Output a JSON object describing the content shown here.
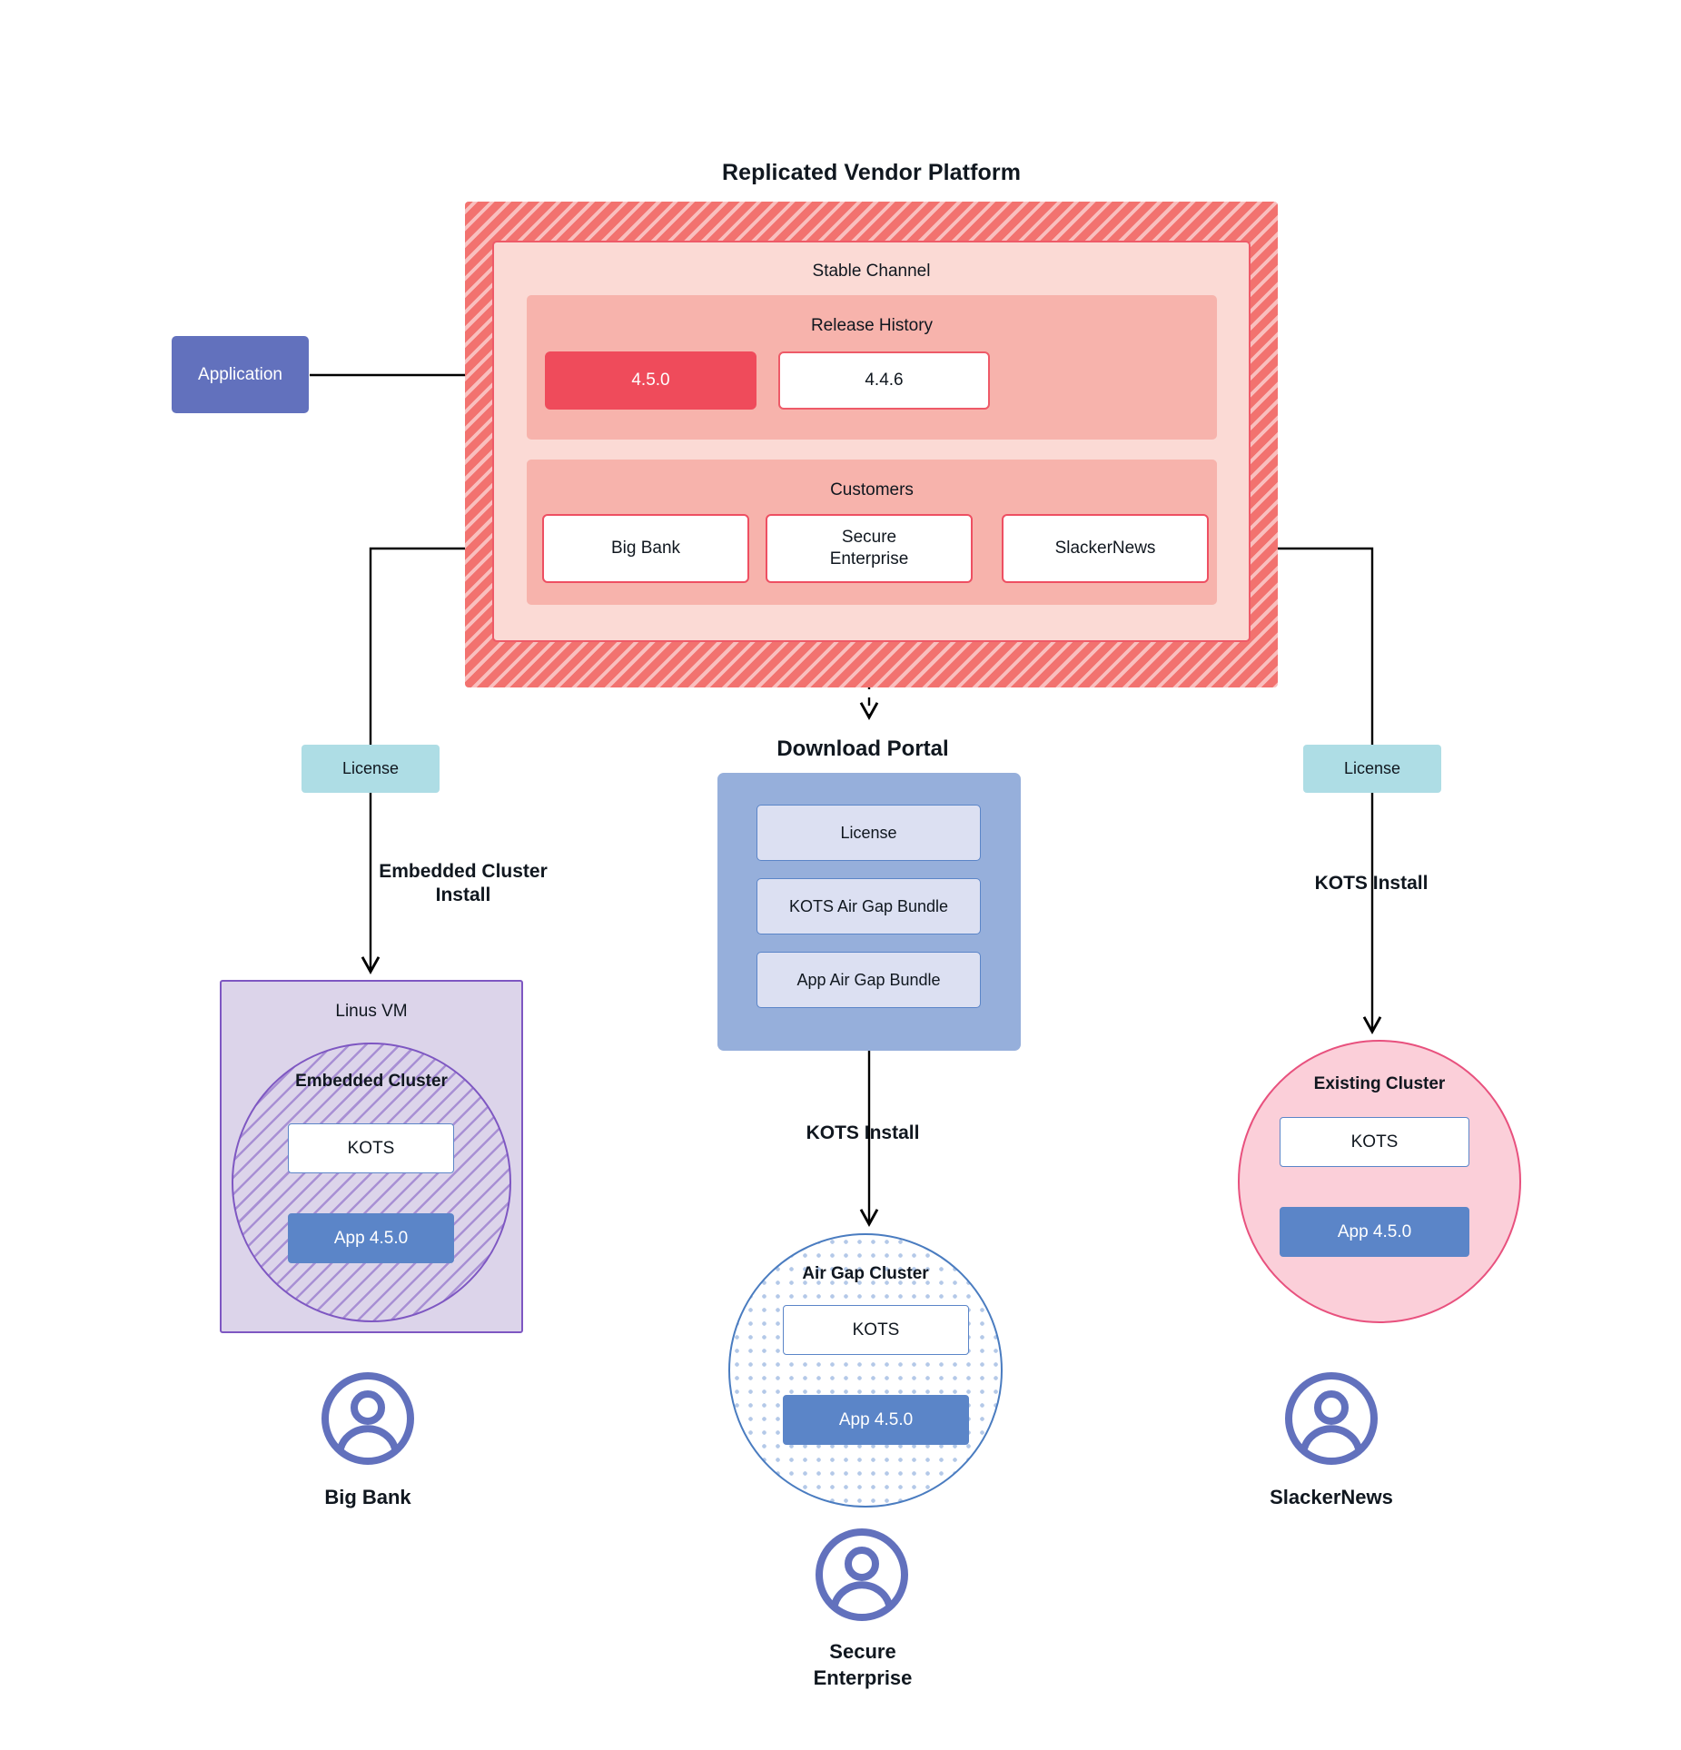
{
  "diagram": {
    "title": "Replicated Vendor Platform",
    "application": {
      "label": "Application"
    },
    "vendor_platform": {
      "channel_label": "Stable Channel",
      "release_history": {
        "label": "Release History",
        "releases": [
          {
            "version": "4.5.0",
            "state": "current"
          },
          {
            "version": "4.4.6",
            "state": "previous"
          }
        ]
      },
      "customers": {
        "label": "Customers",
        "items": [
          {
            "name": "Big Bank"
          },
          {
            "name": "Secure\nEnterprise"
          },
          {
            "name": "SlackerNews"
          }
        ]
      }
    },
    "download_portal": {
      "title": "Download  Portal",
      "items": [
        {
          "label": "License"
        },
        {
          "label": "KOTS Air Gap Bundle"
        },
        {
          "label": "App Air Gap Bundle"
        }
      ]
    },
    "branches": {
      "left": {
        "license_label": "License",
        "install_caption": "Embedded Cluster\nInstall",
        "host_label": "Linus VM",
        "cluster_label": "Embedded Cluster",
        "kots_label": "KOTS",
        "app_label": "App 4.5.0",
        "persona": "Big Bank"
      },
      "center": {
        "install_caption": "KOTS Install",
        "cluster_label": "Air Gap Cluster",
        "kots_label": "KOTS",
        "app_label": "App 4.5.0",
        "persona": "Secure\nEnterprise"
      },
      "right": {
        "license_label": "License",
        "install_caption": "KOTS Install",
        "cluster_label": "Existing Cluster",
        "kots_label": "KOTS",
        "app_label": "App 4.5.0",
        "persona": "SlackerNews"
      }
    },
    "colors": {
      "vendor_hatch": "#F2726F",
      "channel_panel": "#FBDAD5",
      "inner_panel": "#F7B3AC",
      "release_current": "#EF4B5B",
      "release_border": "#EE5A68",
      "application": "#6271BD",
      "license_chip": "#AEDDE5",
      "portal_bg": "#96AFDB",
      "portal_item": "#DCE0F2",
      "portal_item_border": "#5B85C8",
      "vm_purple": "#DCD4EA",
      "vm_purple_border": "#7E57C2",
      "airgap_border": "#4A7CC0",
      "airgap_dots": "#B4C9E8",
      "existing_fill": "#FBCFD9",
      "existing_border": "#E8517E",
      "app_blue": "#5B85C8",
      "avatar": "#6271BD",
      "wire": "#000000"
    }
  }
}
